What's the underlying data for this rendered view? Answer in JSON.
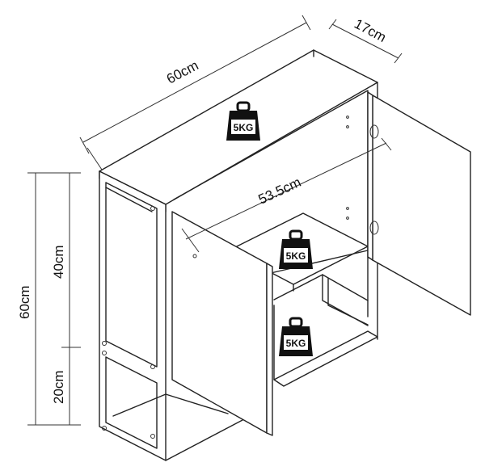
{
  "dimensions": {
    "width": "60cm",
    "depth": "17cm",
    "height": "60cm",
    "upper_height": "40cm",
    "lower_height": "20cm",
    "inner_width": "53.5cm"
  },
  "weight_limits": {
    "top": "5KG",
    "middle_shelf": "5KG",
    "bottom_shelf": "5KG"
  },
  "icons": {
    "weight": "weight-icon"
  }
}
